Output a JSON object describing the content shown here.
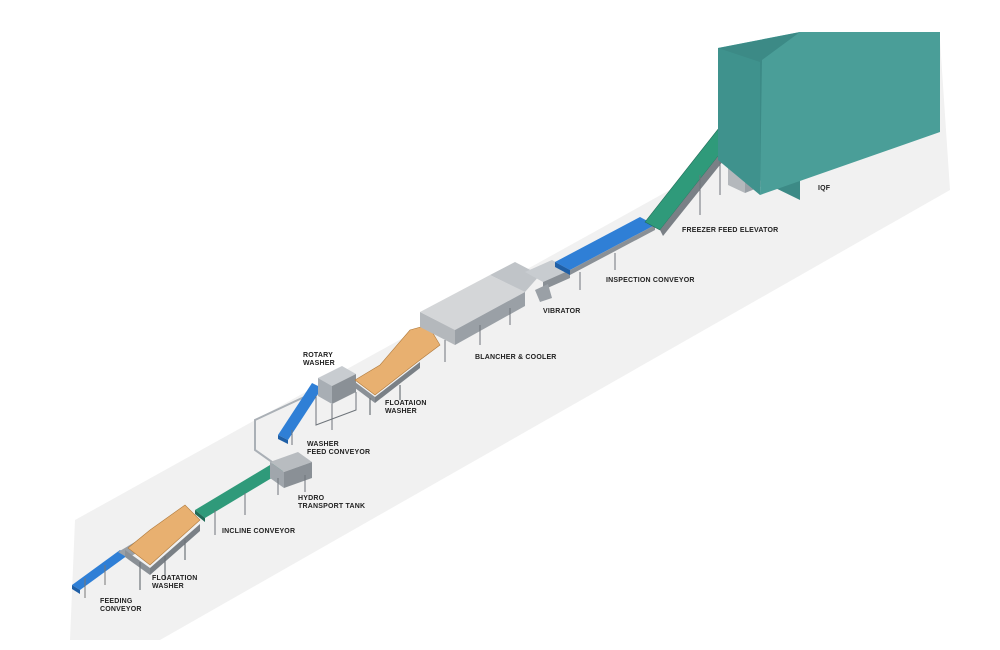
{
  "colors": {
    "background": "#ffffff",
    "shadow": "#eeeeee",
    "steel": "#9aa0a6",
    "steel_dark": "#6e747a",
    "blue_belt": "#2f7fd6",
    "orange_belt": "#e8b070",
    "green_belt": "#2f9a7a",
    "freezer_front": "#4a9e98",
    "freezer_top": "#6fd3cf",
    "freezer_side": "#3c8a86"
  },
  "labels": {
    "feeding_conveyor": [
      "FEEDING",
      "CONVEYOR"
    ],
    "floatation_washer_1": [
      "FLOATATION",
      "WASHER"
    ],
    "incline_conveyor": [
      "INCLINE CONVEYOR"
    ],
    "hydro_transport_tank": [
      "HYDRO",
      "TRANSPORT TANK"
    ],
    "washer_feed_conveyor": [
      "WASHER",
      "FEED CONVEYOR"
    ],
    "rotary_washer": [
      "ROTARY",
      "WASHER"
    ],
    "floatation_washer_2": [
      "FLOATAION",
      "WASHER"
    ],
    "blancher_cooler": [
      "BLANCHER & COOLER"
    ],
    "vibrator": [
      "VIBRATOR"
    ],
    "inspection_conveyor": [
      "INSPECTION CONVEYOR"
    ],
    "freezer_feed_elevator": [
      "FREEZER FEED ELEVATOR"
    ],
    "iqf": [
      "IQF"
    ]
  }
}
